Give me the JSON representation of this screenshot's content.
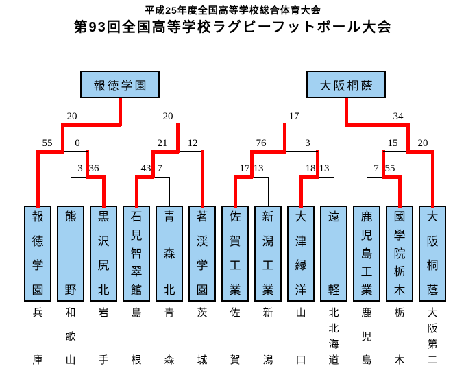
{
  "title": {
    "line1": "平成25年度全国高等学校総合体育大会",
    "line2": "第93回全国高等学校ラグビーフットボール大会"
  },
  "colors": {
    "box_fill": "#A2D1F2",
    "box_border": "#000000",
    "winner_path": "#FF0000",
    "line": "#000000",
    "text": "#000000"
  },
  "chart_data": {
    "type": "tournament-bracket",
    "teams": [
      {
        "name": "報徳学園",
        "prefecture": "兵庫",
        "reached_quarterfinals": true
      },
      {
        "name": "熊野",
        "prefecture": "和歌山",
        "reached_quarterfinals": false
      },
      {
        "name": "黒沢尻北",
        "prefecture": "岩手",
        "reached_quarterfinals": true
      },
      {
        "name": "石見智翠館",
        "prefecture": "島根",
        "reached_quarterfinals": true
      },
      {
        "name": "青森北",
        "prefecture": "青森",
        "reached_quarterfinals": false
      },
      {
        "name": "茗渓学園",
        "prefecture": "茨城",
        "reached_quarterfinals": true
      },
      {
        "name": "佐賀工業",
        "prefecture": "佐賀",
        "reached_quarterfinals": true
      },
      {
        "name": "新潟工業",
        "prefecture": "新潟",
        "reached_quarterfinals": false
      },
      {
        "name": "大津緑洋",
        "prefecture": "山口",
        "reached_quarterfinals": true
      },
      {
        "name": "遠軽",
        "prefecture": "北北海道",
        "reached_quarterfinals": false
      },
      {
        "name": "鹿児島工業",
        "prefecture": "鹿児島",
        "reached_quarterfinals": false
      },
      {
        "name": "國學院栃木",
        "prefecture": "栃木",
        "reached_quarterfinals": true
      },
      {
        "name": "大阪桐蔭",
        "prefecture": "大阪第二",
        "reached_quarterfinals": true
      }
    ],
    "matches": [
      {
        "id": "A",
        "round": "round1",
        "left": {
          "team": 1
        },
        "right": {
          "team": 2
        },
        "left_score": "3",
        "right_score": "36",
        "winner": "right"
      },
      {
        "id": "B",
        "round": "round1",
        "left": {
          "team": 3
        },
        "right": {
          "team": 4
        },
        "left_score": "43",
        "right_score": "7",
        "winner": "left"
      },
      {
        "id": "C",
        "round": "round1",
        "left": {
          "team": 6
        },
        "right": {
          "team": 7
        },
        "left_score": "17",
        "right_score": "13",
        "winner": "left"
      },
      {
        "id": "D",
        "round": "round1",
        "left": {
          "team": 8
        },
        "right": {
          "team": 9
        },
        "left_score": "18",
        "right_score": "13",
        "winner": "left"
      },
      {
        "id": "E",
        "round": "round1",
        "left": {
          "team": 10
        },
        "right": {
          "team": 11
        },
        "left_score": "7",
        "right_score": "55",
        "winner": "right"
      },
      {
        "id": "QF1",
        "round": "quarterfinal",
        "left": {
          "team": 0
        },
        "right": {
          "match": "A"
        },
        "left_score": "55",
        "right_score": "0",
        "winner": "left"
      },
      {
        "id": "QF2",
        "round": "quarterfinal",
        "left": {
          "match": "B"
        },
        "right": {
          "team": 5
        },
        "left_score": "21",
        "right_score": "12",
        "winner": "left"
      },
      {
        "id": "QF3",
        "round": "quarterfinal",
        "left": {
          "match": "C"
        },
        "right": {
          "match": "D"
        },
        "left_score": "76",
        "right_score": "3",
        "winner": "left"
      },
      {
        "id": "QF4",
        "round": "quarterfinal",
        "left": {
          "match": "E"
        },
        "right": {
          "team": 12
        },
        "left_score": "15",
        "right_score": "20",
        "winner": "right"
      },
      {
        "id": "SFL",
        "round": "semifinal",
        "left": {
          "match": "QF1"
        },
        "right": {
          "match": "QF2"
        },
        "left_score": "20",
        "right_score": "20",
        "winner": "left"
      },
      {
        "id": "SFR",
        "round": "semifinal",
        "left": {
          "match": "QF3"
        },
        "right": {
          "match": "QF4"
        },
        "left_score": "17",
        "right_score": "34",
        "winner": "right"
      }
    ],
    "finalists": [
      {
        "name": "報徳学園",
        "match": "SFL"
      },
      {
        "name": "大阪桐蔭",
        "match": "SFR"
      }
    ]
  }
}
